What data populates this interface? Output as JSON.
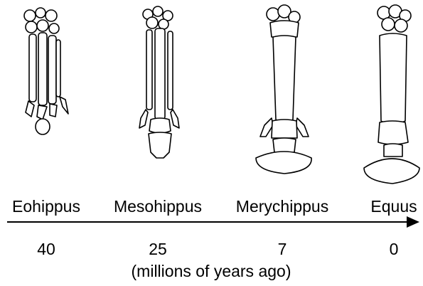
{
  "specimens": [
    {
      "name": "Eohippus",
      "age": "40",
      "icon": "eohippus-foot-bones-icon"
    },
    {
      "name": "Mesohippus",
      "age": "25",
      "icon": "mesohippus-foot-bones-icon"
    },
    {
      "name": "Merychippus",
      "age": "7",
      "icon": "merychippus-foot-bones-icon"
    },
    {
      "name": "Equus",
      "age": "0",
      "icon": "equus-foot-bones-icon"
    }
  ],
  "axis": {
    "units_label": "(millions of years ago)",
    "arrow_icon": "right-arrow-icon"
  },
  "colors": {
    "line": "#000000",
    "background": "#ffffff"
  }
}
